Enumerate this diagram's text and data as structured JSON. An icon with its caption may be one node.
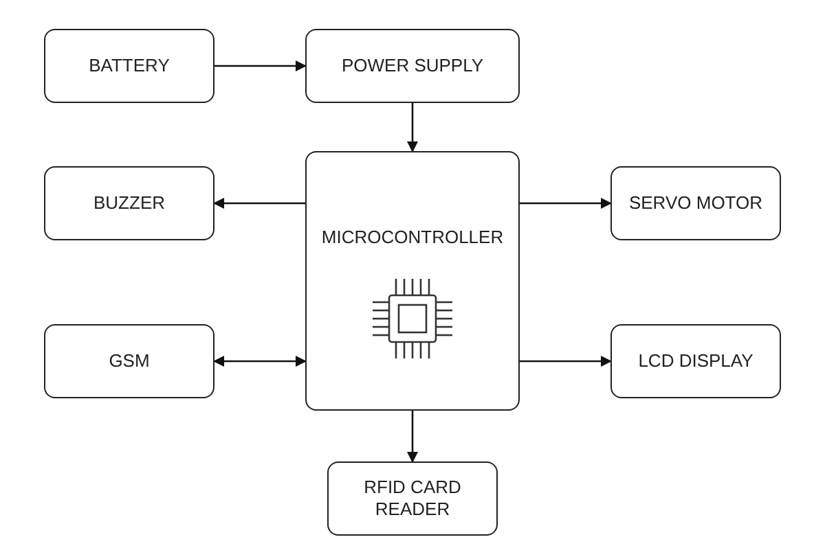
{
  "diagram": {
    "nodes": [
      {
        "text": [
          "BATTERY"
        ]
      },
      {
        "text": [
          "POWER SUPPLY"
        ]
      },
      {
        "text": [
          "BUZZER"
        ]
      },
      {
        "text": [
          "MICROCONTROLLER"
        ]
      },
      {
        "text": [
          "SERVO MOTOR"
        ]
      },
      {
        "text": [
          "GSM"
        ]
      },
      {
        "text": [
          "LCD DISPLAY"
        ]
      },
      {
        "text": [
          "RFID CARD READER"
        ]
      }
    ],
    "edges": [
      {
        "from": 0,
        "to": 1,
        "arrow": "to"
      },
      {
        "from": 1,
        "to": 3,
        "arrow": "to"
      },
      {
        "from": 3,
        "to": 2,
        "arrow": "to"
      },
      {
        "from": 3,
        "to": 4,
        "arrow": "to"
      },
      {
        "from": 5,
        "to": 3,
        "arrow": "both"
      },
      {
        "from": 3,
        "to": 6,
        "arrow": "to"
      },
      {
        "from": 3,
        "to": 7,
        "arrow": "to"
      }
    ]
  }
}
